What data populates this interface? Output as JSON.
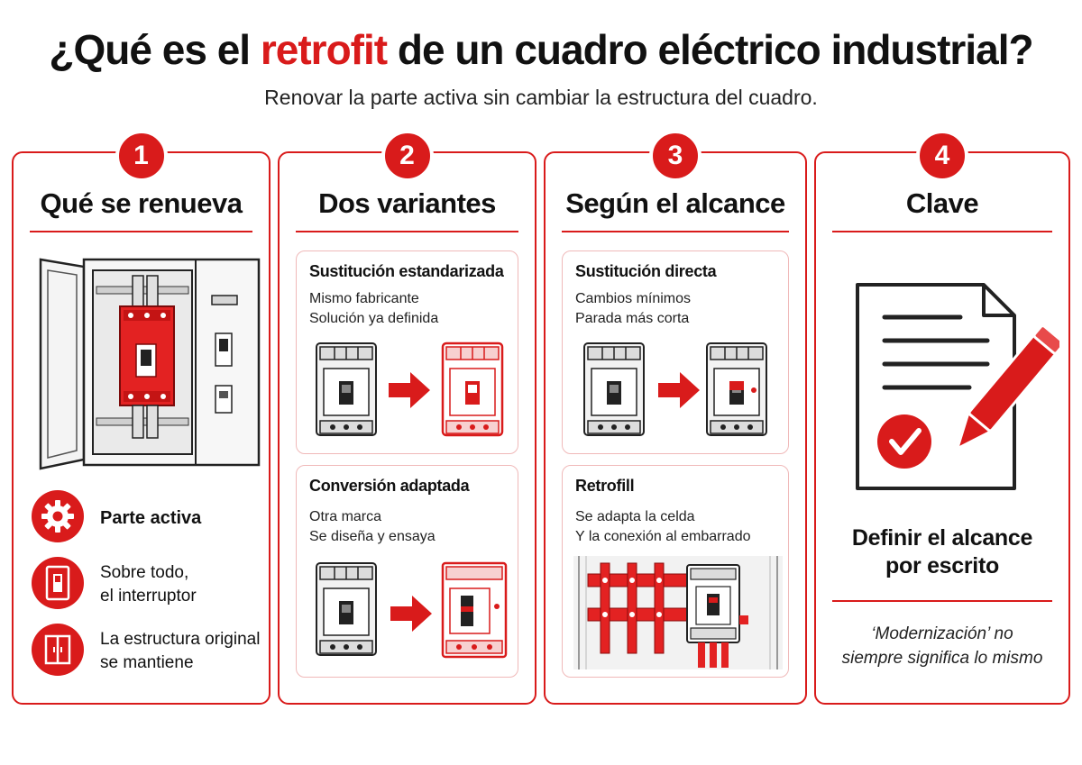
{
  "header": {
    "title_before": "¿Qué es el ",
    "title_accent": "retrofit",
    "title_after": " de un cuadro eléctrico industrial?",
    "subtitle": "Renovar la parte activa sin cambiar la estructura del cuadro."
  },
  "colors": {
    "accent": "#d91b1b",
    "light_border": "#f0b9b9",
    "text": "#111111"
  },
  "cards": [
    {
      "number": "1",
      "title": "Qué se renueva",
      "features": [
        {
          "icon": "gear-icon",
          "lines": [
            "Parte activa"
          ]
        },
        {
          "icon": "breaker-icon",
          "lines": [
            "Sobre todo,",
            "el interruptor"
          ]
        },
        {
          "icon": "cabinet-icon",
          "lines": [
            "La estructura original",
            "se mantiene"
          ]
        }
      ]
    },
    {
      "number": "2",
      "title": "Dos variantes",
      "boxes": [
        {
          "title": "Sustitución estandarizada",
          "lines": [
            "Mismo fabricante",
            "Solución ya definida"
          ]
        },
        {
          "title": "Conversión adaptada",
          "lines": [
            "Otra marca",
            "Se diseña y ensaya"
          ]
        }
      ]
    },
    {
      "number": "3",
      "title": "Según el alcance",
      "boxes": [
        {
          "title": "Sustitución directa",
          "lines": [
            "Cambios mínimos",
            "Parada más corta"
          ]
        },
        {
          "title": "Retrofill",
          "lines": [
            "Se adapta la celda",
            "Y la conexión al embarrado"
          ]
        }
      ]
    },
    {
      "number": "4",
      "title": "Clave",
      "icon": "document-pencil-icon",
      "key_lines": [
        "Definir el alcance",
        "por escrito"
      ],
      "note_lines": [
        "‘Modernización’ no",
        "siempre significa lo mismo"
      ]
    }
  ]
}
